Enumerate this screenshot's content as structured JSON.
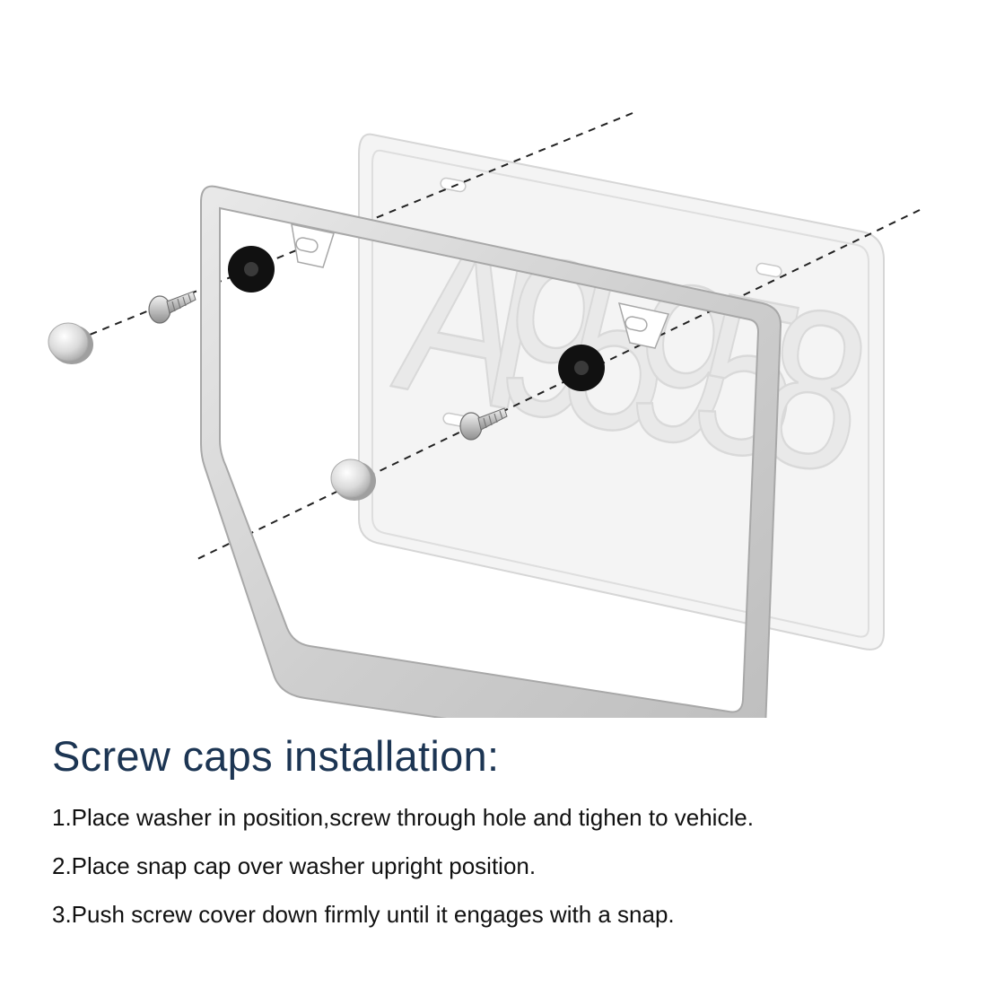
{
  "plate": {
    "text": "AI95958"
  },
  "instructions": {
    "title": "Screw caps installation:",
    "steps": [
      "1.Place washer in position,screw through hole and tighen to vehicle.",
      "2.Place snap cap over washer upright position.",
      "3.Push screw cover down firmly until it engages with a snap."
    ]
  },
  "colors": {
    "title": "#1c3553",
    "text": "#111111",
    "frame": "#c9c9c9",
    "washer": "#111111",
    "plate": "#f4f4f4"
  }
}
